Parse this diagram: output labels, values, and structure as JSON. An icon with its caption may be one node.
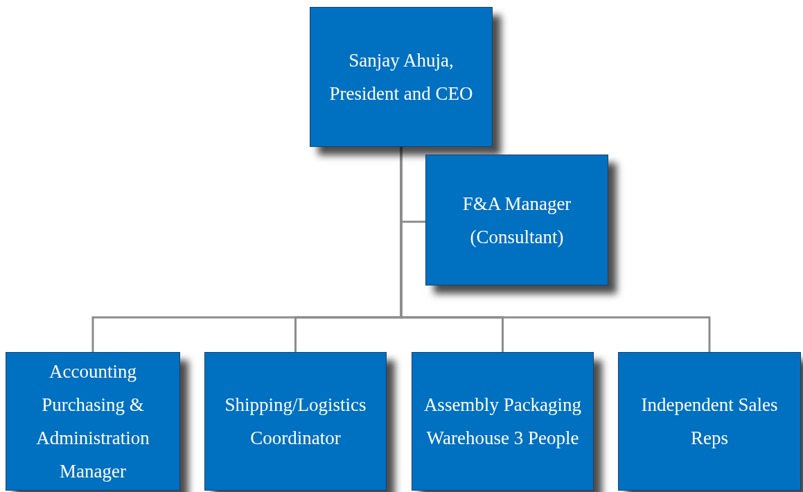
{
  "diagram": {
    "nodes": [
      {
        "text": [
          "Sanjay Ahuja, President and CEO"
        ]
      },
      {
        "text": [
          "F&A Manager (Consultant)"
        ]
      },
      {
        "text": [
          "Accounting Purchasing & Administration Manager"
        ]
      },
      {
        "text": [
          "Shipping/Logistics Coordinator"
        ]
      },
      {
        "text": [
          "Assembly Packaging Warehouse 3 People"
        ]
      },
      {
        "text": [
          "Independent Sales Reps"
        ]
      }
    ],
    "edges": [
      {
        "from": 0,
        "to": 1,
        "arrow": "none"
      },
      {
        "from": 0,
        "to": 2,
        "arrow": "none"
      },
      {
        "from": 0,
        "to": 3,
        "arrow": "none"
      },
      {
        "from": 0,
        "to": 4,
        "arrow": "none"
      },
      {
        "from": 0,
        "to": 5,
        "arrow": "none"
      }
    ]
  }
}
